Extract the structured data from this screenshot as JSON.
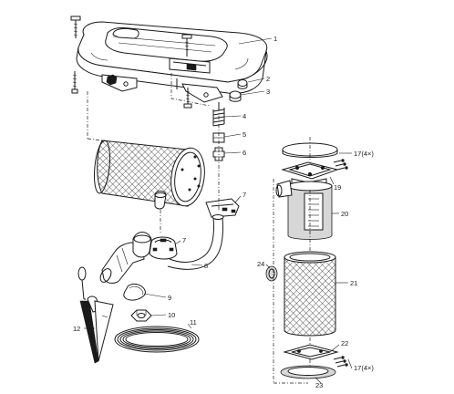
{
  "callouts": [
    {
      "id": "1",
      "text": "1"
    },
    {
      "id": "2",
      "text": "2"
    },
    {
      "id": "3",
      "text": "3"
    },
    {
      "id": "4",
      "text": "4"
    },
    {
      "id": "5",
      "text": "5"
    },
    {
      "id": "6",
      "text": "6"
    },
    {
      "id": "7a",
      "text": "7"
    },
    {
      "id": "7b",
      "text": "7"
    },
    {
      "id": "8",
      "text": "8"
    },
    {
      "id": "9",
      "text": "9"
    },
    {
      "id": "10",
      "text": "10"
    },
    {
      "id": "11",
      "text": "11"
    },
    {
      "id": "12",
      "text": "12"
    },
    {
      "id": "17a",
      "text": "17(4×)"
    },
    {
      "id": "17b",
      "text": "17(4×)"
    },
    {
      "id": "19",
      "text": "19"
    },
    {
      "id": "20",
      "text": "20"
    },
    {
      "id": "21",
      "text": "21"
    },
    {
      "id": "22",
      "text": "22"
    },
    {
      "id": "23",
      "text": "23"
    },
    {
      "id": "24",
      "text": "24"
    }
  ]
}
